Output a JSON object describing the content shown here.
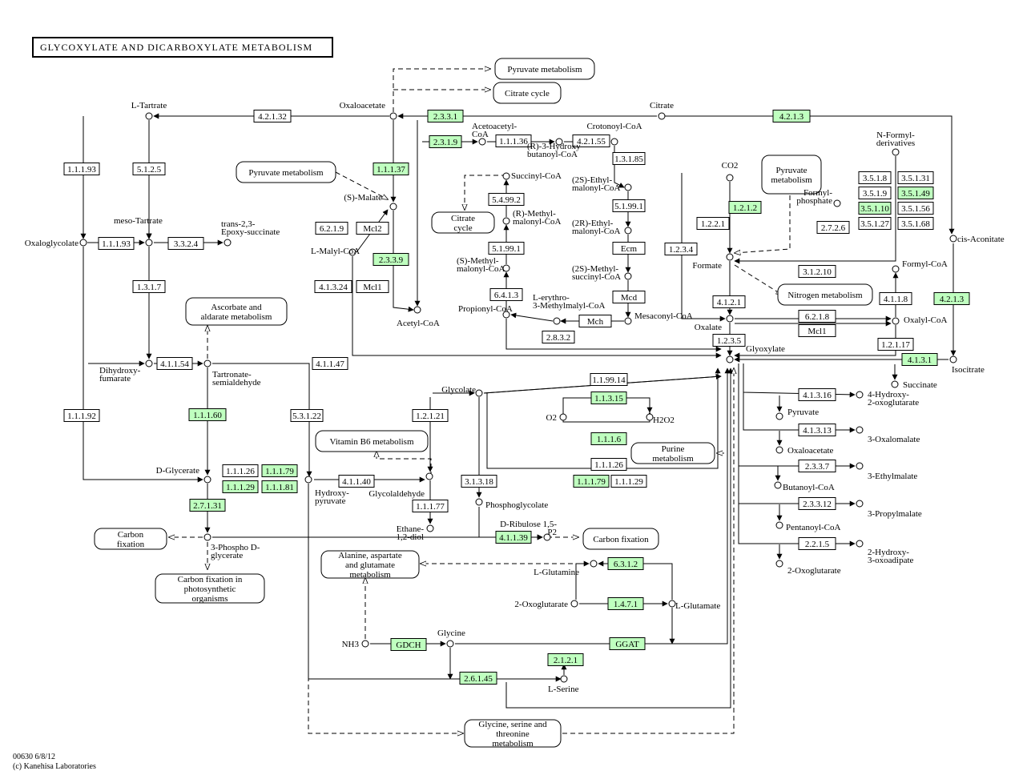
{
  "title": "GLYCOXYLATE AND DICARBOXYLATE METABOLISM",
  "footer": {
    "map_id": "00630 6/8/12",
    "copyright": "(c) Kanehisa Laboratories"
  },
  "colors": {
    "highlight": "#bfffbf",
    "line": "#000000",
    "background": "#ffffff"
  },
  "enzymes": [
    {
      "label": "4.2.1.32",
      "green": false
    },
    {
      "label": "2.3.3.1",
      "green": true
    },
    {
      "label": "4.2.1.3",
      "green": true
    },
    {
      "label": "2.3.1.9",
      "green": true
    },
    {
      "label": "1.1.1.36",
      "green": false
    },
    {
      "label": "4.2.1.55",
      "green": false
    },
    {
      "label": "1.1.1.93",
      "green": false
    },
    {
      "label": "5.1.2.5",
      "green": false
    },
    {
      "label": "1.1.1.37",
      "green": true
    },
    {
      "label": "1.3.1.85",
      "green": false
    },
    {
      "label": "1.1.1.93",
      "green": false
    },
    {
      "label": "3.3.2.4",
      "green": false
    },
    {
      "label": "6.2.1.9",
      "green": false
    },
    {
      "label": "Mcl2",
      "green": false
    },
    {
      "label": "5.4.99.2",
      "green": false
    },
    {
      "label": "5.1.99.1",
      "green": false
    },
    {
      "label": "1.2.1.2",
      "green": true
    },
    {
      "label": "1.2.2.1",
      "green": false
    },
    {
      "label": "1.2.3.4",
      "green": false
    },
    {
      "label": "2.3.3.9",
      "green": true
    },
    {
      "label": "5.1.99.1",
      "green": false
    },
    {
      "label": "Ecm",
      "green": false
    },
    {
      "label": "2.7.2.6",
      "green": false
    },
    {
      "label": "1.3.1.7",
      "green": false
    },
    {
      "label": "4.1.3.24",
      "green": false
    },
    {
      "label": "Mcl1",
      "green": false
    },
    {
      "label": "6.4.1.3",
      "green": false
    },
    {
      "label": "Mcd",
      "green": false
    },
    {
      "label": "3.1.2.10",
      "green": false
    },
    {
      "label": "4.1.2.1",
      "green": false
    },
    {
      "label": "4.1.1.8",
      "green": false
    },
    {
      "label": "4.2.1.3",
      "green": true
    },
    {
      "label": "Mch",
      "green": false
    },
    {
      "label": "2.8.3.2",
      "green": false
    },
    {
      "label": "6.2.1.8",
      "green": false
    },
    {
      "label": "Mcl1",
      "green": false
    },
    {
      "label": "1.2.3.5",
      "green": false
    },
    {
      "label": "1.2.1.17",
      "green": false
    },
    {
      "label": "4.1.1.54",
      "green": false
    },
    {
      "label": "4.1.1.47",
      "green": false
    },
    {
      "label": "4.1.3.1",
      "green": true
    },
    {
      "label": "1.1.99.14",
      "green": false
    },
    {
      "label": "1.1.3.15",
      "green": true
    },
    {
      "label": "4.1.3.16",
      "green": false
    },
    {
      "label": "1.1.1.92",
      "green": false
    },
    {
      "label": "1.1.1.60",
      "green": true
    },
    {
      "label": "5.3.1.22",
      "green": false
    },
    {
      "label": "1.2.1.21",
      "green": false
    },
    {
      "label": "4.1.3.13",
      "green": false
    },
    {
      "label": "1.1.1.6",
      "green": true
    },
    {
      "label": "1.1.1.26",
      "green": false
    },
    {
      "label": "1.1.1.79",
      "green": true
    },
    {
      "label": "1.1.1.29",
      "green": true
    },
    {
      "label": "1.1.1.81",
      "green": true
    },
    {
      "label": "4.1.1.40",
      "green": false
    },
    {
      "label": "1.1.1.26",
      "green": false
    },
    {
      "label": "1.1.1.79",
      "green": true
    },
    {
      "label": "1.1.1.29",
      "green": false
    },
    {
      "label": "3.1.3.18",
      "green": false
    },
    {
      "label": "2.3.3.7",
      "green": false
    },
    {
      "label": "2.7.1.31",
      "green": true
    },
    {
      "label": "1.1.1.77",
      "green": false
    },
    {
      "label": "2.3.3.12",
      "green": false
    },
    {
      "label": "4.1.1.39",
      "green": true
    },
    {
      "label": "2.2.1.5",
      "green": false
    },
    {
      "label": "6.3.1.2",
      "green": true
    },
    {
      "label": "1.4.7.1",
      "green": true
    },
    {
      "label": "GDCH",
      "green": true
    },
    {
      "label": "GGAT",
      "green": true
    },
    {
      "label": "2.1.2.1",
      "green": true
    },
    {
      "label": "2.6.1.45",
      "green": true
    },
    {
      "label": "3.5.1.8",
      "green": false
    },
    {
      "label": "3.5.1.31",
      "green": false
    },
    {
      "label": "3.5.1.9",
      "green": false
    },
    {
      "label": "3.5.1.49",
      "green": true
    },
    {
      "label": "3.5.1.10",
      "green": true
    },
    {
      "label": "3.5.1.56",
      "green": false
    },
    {
      "label": "3.5.1.27",
      "green": false
    },
    {
      "label": "3.5.1.68",
      "green": false
    }
  ],
  "pathways": [
    "Pyruvate metabolism",
    "Citrate cycle",
    "Pyruvate metabolism",
    "Citrate cycle",
    "Pyruvate metabolism",
    "Nitrogen metabolism",
    "Ascorbate and aldarate metabolism",
    "Vitamin B6 metabolism",
    "Purine metabolism",
    "Carbon fixation",
    "Carbon fixation",
    "Carbon fixation in photosynthetic organisms",
    "Alanine, aspartate and glutamate metabolism",
    "Glycine, serine and threonine metabolism"
  ],
  "compounds": [
    "L-Tartrate",
    "Oxaloacetate",
    "Citrate",
    "Acetoacetyl-CoA",
    "Crotonoyl-CoA",
    "(R)-3-Hydroxy-butanoyl-CoA",
    "N-Formyl-derivatives",
    "CO2",
    "Succinyl-CoA",
    "(2S)-Ethyl-malonyl-CoA",
    "(S)-Malate",
    "meso-Tartrate",
    "Oxaloglycolate",
    "trans-2,3-Epoxy-succinate",
    "(R)-Methyl-malonyl-CoA",
    "(2R)-Ethyl-malonyl-CoA",
    "Formyl-phosphate",
    "L-Malyl-CoA",
    "(S)-Methyl-malonyl-CoA",
    "(2S)-Methyl-succinyl-CoA",
    "Formate",
    "cis-Aconitate",
    "Formyl-CoA",
    "L-erythro-3-Methylmalyl-CoA",
    "Propionyl-CoA",
    "Acetyl-CoA",
    "Mesaconyl-CoA",
    "Oxalate",
    "Oxalyl-CoA",
    "Glyoxylate",
    "Dihydroxy-fumarate",
    "Tartronate-semialdehyde",
    "Isocitrate",
    "Succinate",
    "Glycolate",
    "4-Hydroxy-2-oxoglutarate",
    "Pyruvate",
    "O2",
    "H2O2",
    "3-Oxalomalate",
    "Oxaloacetate",
    "D-Glycerate",
    "Hydroxy-pyruvate",
    "Glycolaldehyde",
    "3-Ethylmalate",
    "Butanoyl-CoA",
    "Phosphoglycolate",
    "3-Propylmalate",
    "Pentanoyl-CoA",
    "Ethane-1,2-diol",
    "D-Ribulose 1,5-P2",
    "3-Phospho D-glycerate",
    "2-Hydroxy-3-oxoadipate",
    "2-Oxoglutarate",
    "L-Glutamine",
    "2-Oxoglutarate",
    "L-Glutamate",
    "NH3",
    "Glycine",
    "L-Serine"
  ]
}
